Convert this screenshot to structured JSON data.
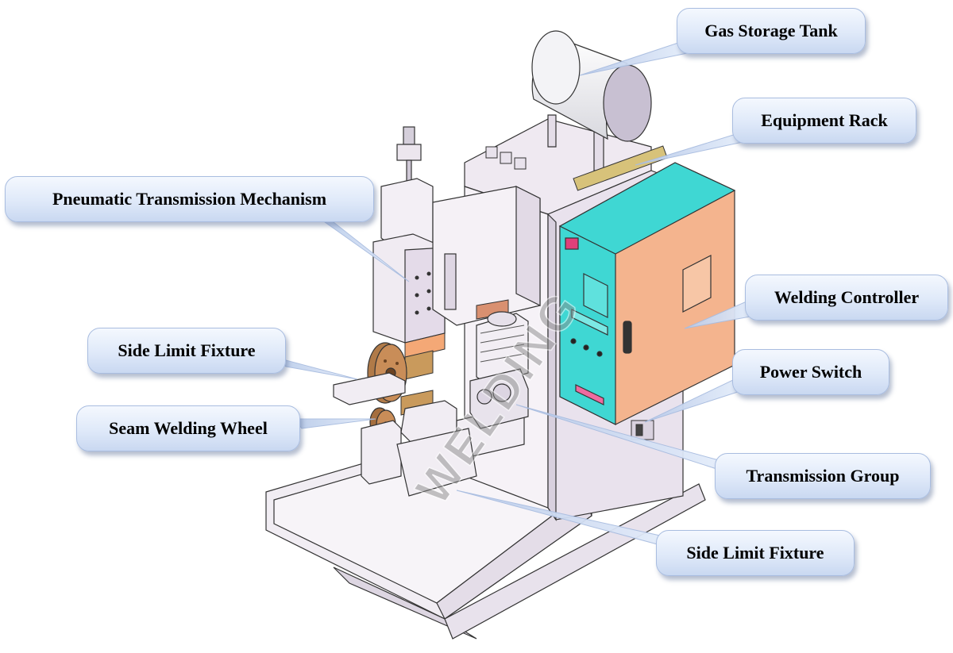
{
  "labels": {
    "gas_storage_tank": "Gas Storage Tank",
    "equipment_rack": "Equipment Rack",
    "pneumatic_transmission_mechanism": "Pneumatic Transmission Mechanism",
    "welding_controller": "Welding Controller",
    "side_limit_fixture_left": "Side Limit Fixture",
    "power_switch": "Power Switch",
    "seam_welding_wheel": "Seam Welding Wheel",
    "transmission_group": "Transmission Group",
    "side_limit_fixture_bottom": "Side Limit Fixture"
  },
  "watermark": {
    "text": "WELDING"
  },
  "colors": {
    "controller_front": "#3fd7d3",
    "controller_side": "#f4b48e",
    "callout_fill": "#dfe9f9",
    "machine_body": "#ece6ee"
  }
}
